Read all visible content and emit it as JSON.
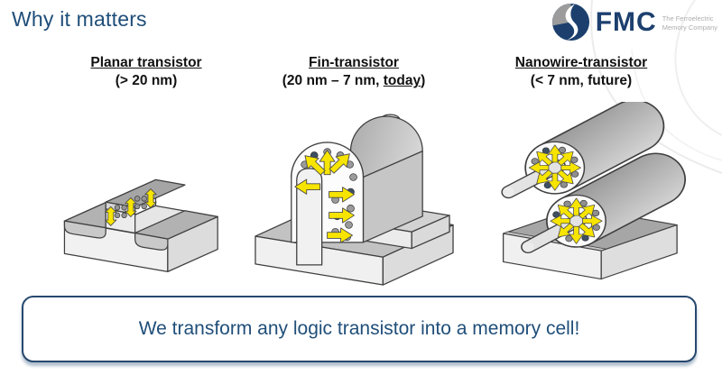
{
  "slide": {
    "title": "Why it matters"
  },
  "logo": {
    "brand": "FMC",
    "tagline_line1": "The Ferroelectric",
    "tagline_line2": "Memory Company",
    "mark_icon": "fmc-swoosh-circle"
  },
  "figures": [
    {
      "id": "planar",
      "title": "Planar transistor",
      "sub_prefix": "(> 20 nm)",
      "sub_underlined": "",
      "sub_suffix": ""
    },
    {
      "id": "fin",
      "title": "Fin-transistor",
      "sub_prefix": "(20 nm – 7 nm, ",
      "sub_underlined": "today",
      "sub_suffix": ")"
    },
    {
      "id": "nanowire",
      "title": "Nanowire-transistor",
      "sub_prefix": "(< 7 nm, future)",
      "sub_underlined": "",
      "sub_suffix": ""
    }
  ],
  "banner": {
    "text": "We transform any logic transistor into a memory cell!"
  },
  "colors": {
    "accent_blue": "#1F4E79",
    "logo_navy": "#1C3F6E",
    "logo_gray": "#9C9C9C",
    "arrow_yellow": "#F7E400",
    "banner_border": "#27486E",
    "diagram_outline": "#3F3F3F"
  }
}
